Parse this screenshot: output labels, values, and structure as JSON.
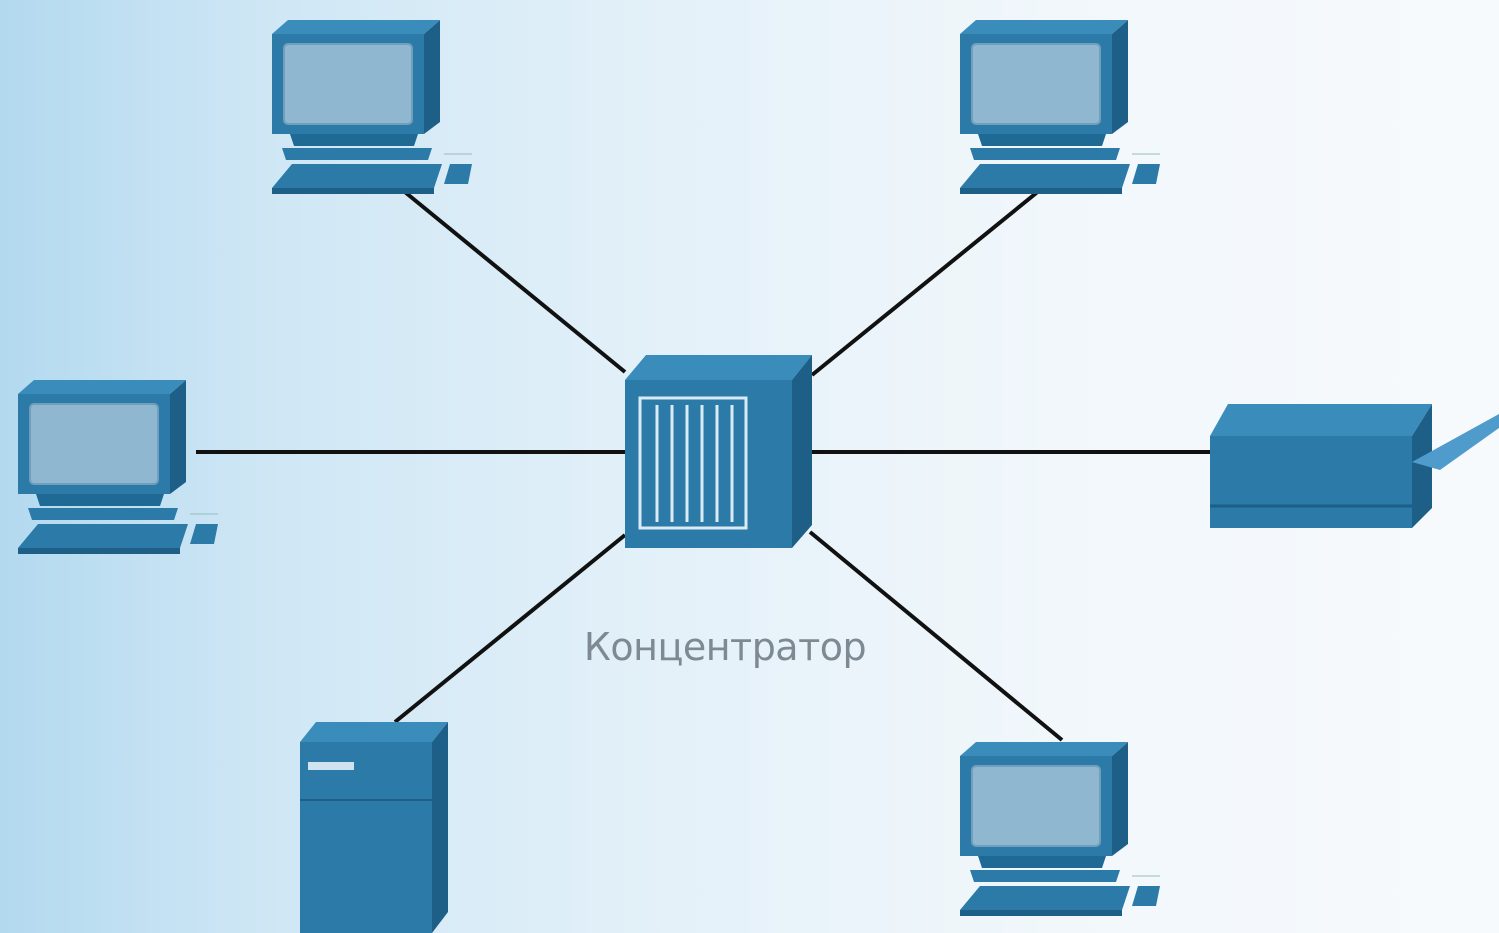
{
  "diagram": {
    "type": "star-topology",
    "hub": {
      "label": "Концентратор",
      "icon": "hub-icon"
    },
    "nodes": [
      {
        "id": "pc-top-left",
        "icon": "workstation-icon"
      },
      {
        "id": "pc-top-right",
        "icon": "workstation-icon"
      },
      {
        "id": "pc-left",
        "icon": "workstation-icon"
      },
      {
        "id": "printer-right",
        "icon": "printer-icon"
      },
      {
        "id": "server-bottom-left",
        "icon": "server-icon"
      },
      {
        "id": "pc-bottom-right",
        "icon": "workstation-icon"
      }
    ],
    "colors": {
      "device_blue": "#2b7aa8",
      "device_dark": "#1d5f86",
      "screen": "#8fb7d0",
      "link": "#111111"
    }
  }
}
